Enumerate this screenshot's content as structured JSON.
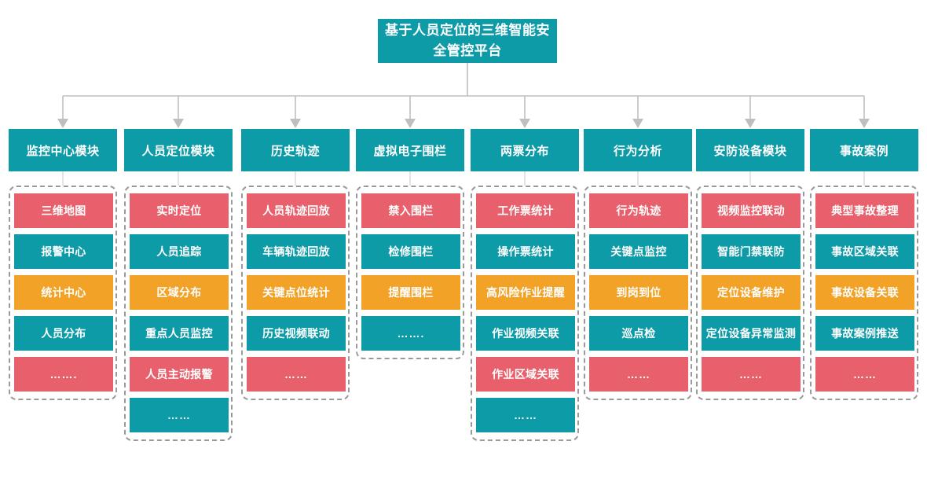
{
  "root": {
    "title": "基于人员定位的三维智能安全管控平台"
  },
  "colors": {
    "teal": "#0D9BA8",
    "red": "#E8606C",
    "amber": "#F2A226",
    "connector": "#BFBFBF",
    "group_border": "#9A9A9A",
    "background": "#FFFFFF",
    "text": "#FFFFFF"
  },
  "columns": [
    {
      "header": "监控中心模块",
      "items": [
        {
          "label": "三维地图",
          "color": "red"
        },
        {
          "label": "报警中心",
          "color": "teal"
        },
        {
          "label": "统计中心",
          "color": "amber"
        },
        {
          "label": "人员分布",
          "color": "teal"
        },
        {
          "label": "…….",
          "color": "red"
        }
      ]
    },
    {
      "header": "人员定位模块",
      "items": [
        {
          "label": "实时定位",
          "color": "red"
        },
        {
          "label": "人员追踪",
          "color": "teal"
        },
        {
          "label": "区域分布",
          "color": "amber"
        },
        {
          "label": "重点人员监控",
          "color": "teal"
        },
        {
          "label": "人员主动报警",
          "color": "red"
        },
        {
          "label": "……",
          "color": "teal"
        }
      ]
    },
    {
      "header": "历史轨迹",
      "items": [
        {
          "label": "人员轨迹回放",
          "color": "red"
        },
        {
          "label": "车辆轨迹回放",
          "color": "teal"
        },
        {
          "label": "关键点位统计",
          "color": "amber"
        },
        {
          "label": "历史视频联动",
          "color": "teal"
        },
        {
          "label": "……",
          "color": "red"
        }
      ]
    },
    {
      "header": "虚拟电子围栏",
      "items": [
        {
          "label": "禁入围栏",
          "color": "red"
        },
        {
          "label": "检修围栏",
          "color": "teal"
        },
        {
          "label": "提醒围栏",
          "color": "amber"
        },
        {
          "label": "…….",
          "color": "teal"
        }
      ]
    },
    {
      "header": "两票分布",
      "items": [
        {
          "label": "工作票统计",
          "color": "red"
        },
        {
          "label": "操作票统计",
          "color": "teal"
        },
        {
          "label": "高风险作业提醒",
          "color": "amber"
        },
        {
          "label": "作业视频关联",
          "color": "teal"
        },
        {
          "label": "作业区域关联",
          "color": "red"
        },
        {
          "label": "……",
          "color": "teal"
        }
      ]
    },
    {
      "header": "行为分析",
      "items": [
        {
          "label": "行为轨迹",
          "color": "red"
        },
        {
          "label": "关键点监控",
          "color": "teal"
        },
        {
          "label": "到岗到位",
          "color": "amber"
        },
        {
          "label": "巡点检",
          "color": "teal"
        },
        {
          "label": "……",
          "color": "red"
        }
      ]
    },
    {
      "header": "安防设备模块",
      "items": [
        {
          "label": "视频监控联动",
          "color": "red"
        },
        {
          "label": "智能门禁联防",
          "color": "teal"
        },
        {
          "label": "定位设备维护",
          "color": "amber"
        },
        {
          "label": "定位设备异常监测",
          "color": "teal"
        },
        {
          "label": "……",
          "color": "red"
        }
      ]
    },
    {
      "header": "事故案例",
      "items": [
        {
          "label": "典型事故整理",
          "color": "red"
        },
        {
          "label": "事故区域关联",
          "color": "teal"
        },
        {
          "label": "事故设备关联",
          "color": "amber"
        },
        {
          "label": "事故案例推送",
          "color": "teal"
        },
        {
          "label": "……",
          "color": "red"
        }
      ]
    }
  ]
}
